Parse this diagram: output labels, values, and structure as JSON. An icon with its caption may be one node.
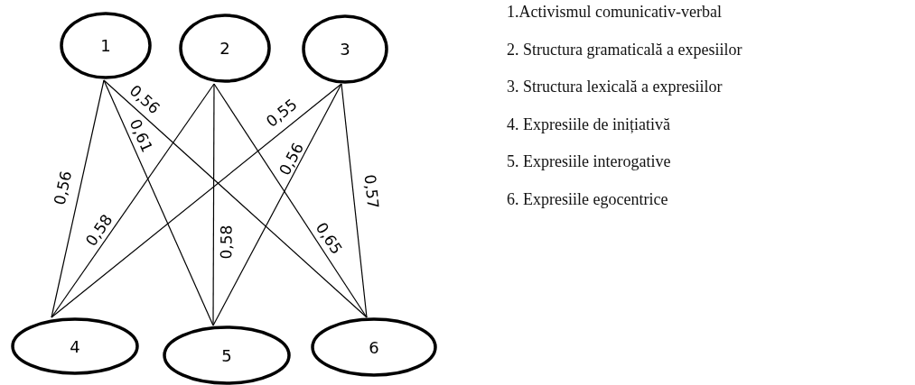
{
  "diagram": {
    "nodes": [
      {
        "text": [
          "1"
        ]
      },
      {
        "text": [
          "2"
        ]
      },
      {
        "text": [
          "3"
        ]
      },
      {
        "text": [
          "4"
        ]
      },
      {
        "text": [
          "5"
        ]
      },
      {
        "text": [
          "6"
        ]
      }
    ],
    "edges": [
      {
        "from": 0,
        "to": 3,
        "arrow": "none",
        "label": "0,56"
      },
      {
        "from": 0,
        "to": 4,
        "arrow": "none",
        "label": "0,61"
      },
      {
        "from": 0,
        "to": 5,
        "arrow": "none",
        "label": "0,56"
      },
      {
        "from": 1,
        "to": 3,
        "arrow": "none",
        "label": "0,58"
      },
      {
        "from": 1,
        "to": 4,
        "arrow": "none",
        "label": "0,58"
      },
      {
        "from": 1,
        "to": 5,
        "arrow": "none",
        "label": "0,65"
      },
      {
        "from": 2,
        "to": 3,
        "arrow": "none",
        "label": "0,55"
      },
      {
        "from": 2,
        "to": 4,
        "arrow": "none",
        "label": "0,56"
      },
      {
        "from": 2,
        "to": 5,
        "arrow": "none",
        "label": "0,57"
      }
    ],
    "labels": [
      "1.Activismul comunicativ-verbal",
      "2. Structura gramaticală a expesiilor",
      "3. Structura lexicală a expresiilor",
      "4. Expresiile de inițiativă",
      "5. Expresiile interogative",
      "6. Expresiile egocentrice"
    ]
  }
}
